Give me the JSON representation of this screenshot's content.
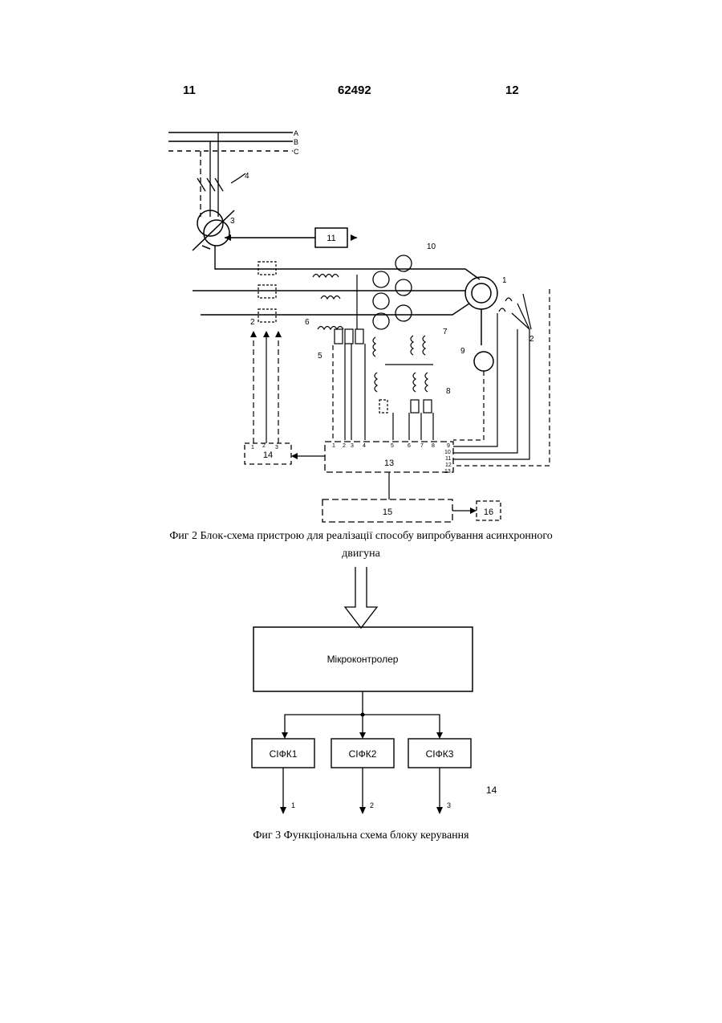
{
  "header": {
    "left_page": "11",
    "patent_number": "62492",
    "right_page": "12"
  },
  "fig2": {
    "phase_labels": [
      "A",
      "B",
      "C"
    ],
    "labels": {
      "n1": "1",
      "n2": "2",
      "n2b": "2",
      "n3": "3",
      "n4": "4",
      "n5": "5",
      "n6": "6",
      "n7": "7",
      "n8": "8",
      "n9": "9",
      "n10": "10",
      "n11": "11",
      "n13": "13",
      "n14": "14",
      "n15": "15",
      "n16": "16"
    },
    "block13_inputs_top": [
      "1",
      "2",
      "3",
      "4",
      "5",
      "6",
      "7",
      "8"
    ],
    "block13_inputs_right": [
      "9",
      "10",
      "11",
      "12",
      "13"
    ],
    "block14_inputs": [
      "1",
      "2",
      "3"
    ],
    "caption_line1": "Фиг 2 Блок-схема пристрою для реалізації способу випробування асинхронного",
    "caption_line2": "двигуна"
  },
  "fig3": {
    "microcontroller": "Мікроконтролер",
    "blocks": [
      "СІФК1",
      "СІФК2",
      "СІФК3"
    ],
    "outputs": [
      "1",
      "2",
      "3"
    ],
    "block_number": "14",
    "caption": "Фиг 3 Функціональна схема блоку керування"
  }
}
